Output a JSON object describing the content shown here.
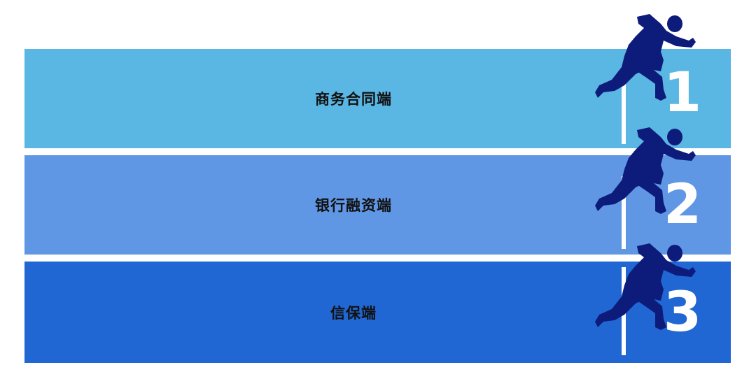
{
  "lanes": [
    {
      "label": "商务合同端",
      "number": "1",
      "color": "#5AB6E3"
    },
    {
      "label": "银行融资端",
      "number": "2",
      "color": "#6097E5"
    },
    {
      "label": "信保端",
      "number": "3",
      "color": "#2067D3"
    }
  ],
  "colors": {
    "runner": "#0D1C7A",
    "divider": "#FFFFFF",
    "background": "#FFFFFF"
  },
  "icons": {
    "runner": "sprinter-icon"
  }
}
